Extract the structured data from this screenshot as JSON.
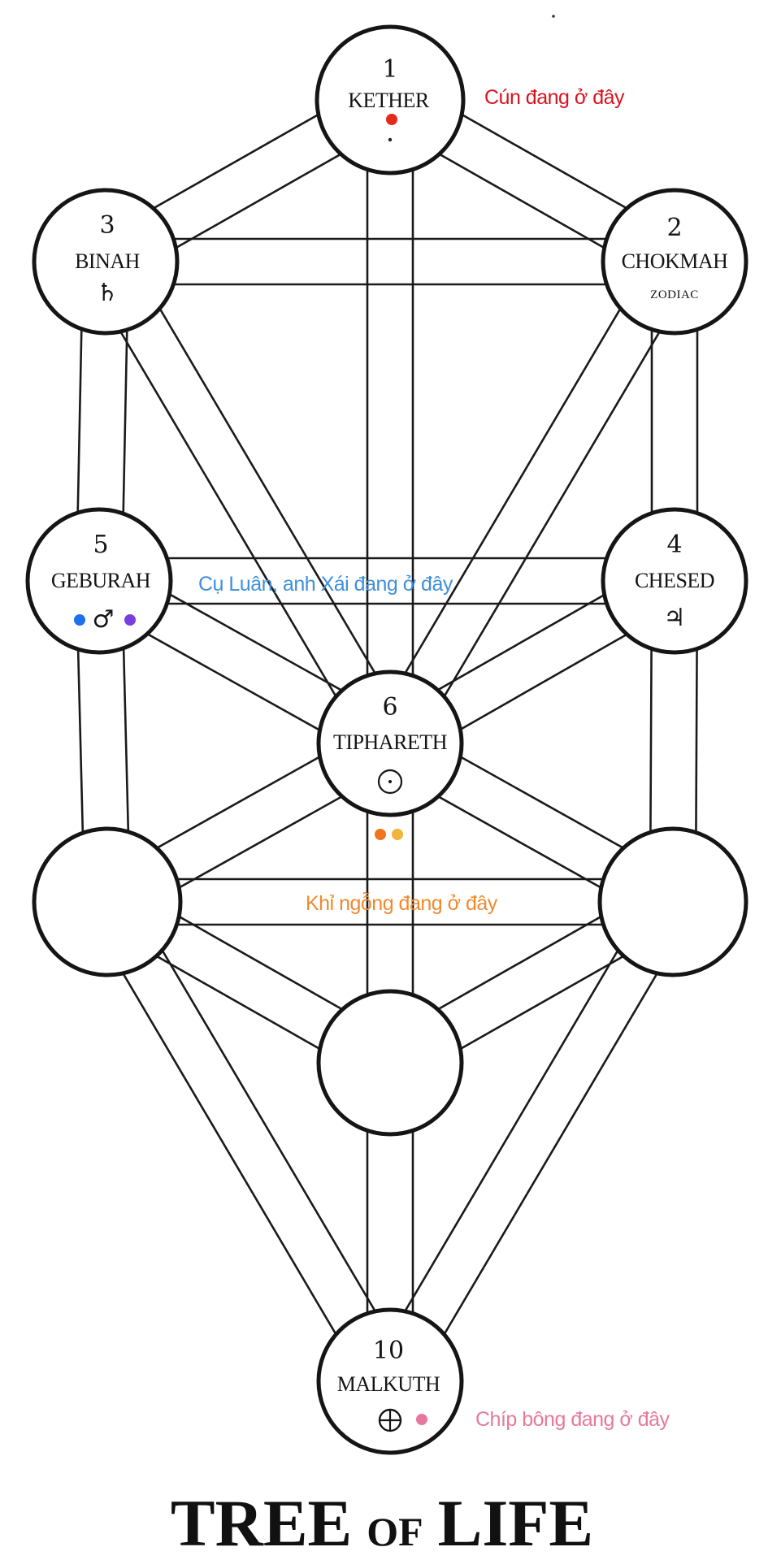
{
  "sephiroth": [
    {
      "id": "kether",
      "number": "1",
      "name": "KETHER",
      "symbol": "",
      "sub": ""
    },
    {
      "id": "chokmah",
      "number": "2",
      "name": "CHOKMAH",
      "symbol": "",
      "sub": "ZODIAC"
    },
    {
      "id": "binah",
      "number": "3",
      "name": "BINAH",
      "symbol": "♄",
      "sub": ""
    },
    {
      "id": "chesed",
      "number": "4",
      "name": "CHESED",
      "symbol": "♃",
      "sub": ""
    },
    {
      "id": "geburah",
      "number": "5",
      "name": "GEBURAH",
      "symbol": "♂",
      "sub": ""
    },
    {
      "id": "tiphareth",
      "number": "6",
      "name": "TIPHARETH",
      "symbol": "☉",
      "sub": ""
    },
    {
      "id": "netzach",
      "number": "",
      "name": "",
      "symbol": "",
      "sub": ""
    },
    {
      "id": "hod",
      "number": "",
      "name": "",
      "symbol": "",
      "sub": ""
    },
    {
      "id": "yesod",
      "number": "",
      "name": "",
      "symbol": "",
      "sub": ""
    },
    {
      "id": "malkuth",
      "number": "10",
      "name": "MALKUTH",
      "symbol": "⊕",
      "sub": ""
    }
  ],
  "annotations": [
    {
      "id": "cun",
      "text": "Cún đang ở đây",
      "color": "#d7141f"
    },
    {
      "id": "cu-luan-anh-xai",
      "text": "Cụ Luân, anh Xái đang ở đây",
      "color": "#3f8fdc"
    },
    {
      "id": "khi-ngong",
      "text": "Khỉ ngỗng đang ở đây",
      "color": "#ef8a30"
    },
    {
      "id": "chip-bong",
      "text": "Chíp bông đang ở đây",
      "color": "#e57a9a"
    }
  ],
  "markers": [
    {
      "id": "marker-cun",
      "color": "#e32b1c"
    },
    {
      "id": "marker-cu-luan",
      "color": "#1f6fe8"
    },
    {
      "id": "marker-anh-xai",
      "color": "#7a3ee0"
    },
    {
      "id": "marker-khi-1",
      "color": "#f0731f"
    },
    {
      "id": "marker-khi-2",
      "color": "#f2b43a"
    },
    {
      "id": "marker-chip-bong",
      "color": "#e8779f"
    }
  ],
  "title": {
    "word1": "TREE",
    "word2": "OF",
    "word3": "LIFE"
  }
}
